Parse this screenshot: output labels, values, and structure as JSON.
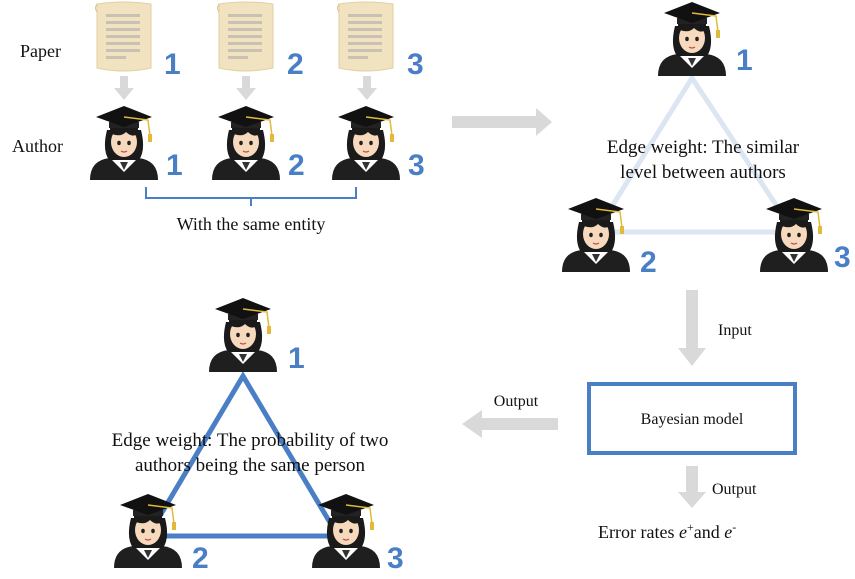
{
  "top_left": {
    "row_labels": {
      "paper": "Paper",
      "author": "Author"
    },
    "paper_numbers": [
      "1",
      "2",
      "3"
    ],
    "author_numbers": [
      "1",
      "2",
      "3"
    ],
    "bracket_caption": "With the same entity"
  },
  "top_right": {
    "node_numbers": [
      "1",
      "2",
      "3"
    ],
    "edge_caption_line1": "Edge weight: The similar",
    "edge_caption_line2": "level between authors"
  },
  "flow": {
    "input_label": "Input",
    "model_label": "Bayesian model",
    "output_left_label": "Output",
    "output_down_label": "Output",
    "error_prefix": "Error rates ",
    "error_e1": "e",
    "error_sup1": "+",
    "error_and": "and ",
    "error_e2": "e",
    "error_sup2": "-"
  },
  "bottom_left": {
    "node_numbers": [
      "1",
      "2",
      "3"
    ],
    "edge_caption_line1": "Edge weight: The probability of two",
    "edge_caption_line2": "authors being the same person"
  },
  "colors": {
    "accent_blue": "#4a7fc6",
    "light_edge": "#dce6f2",
    "arrow_gray": "#d9d9d9",
    "paper": "#f1e2c0"
  }
}
